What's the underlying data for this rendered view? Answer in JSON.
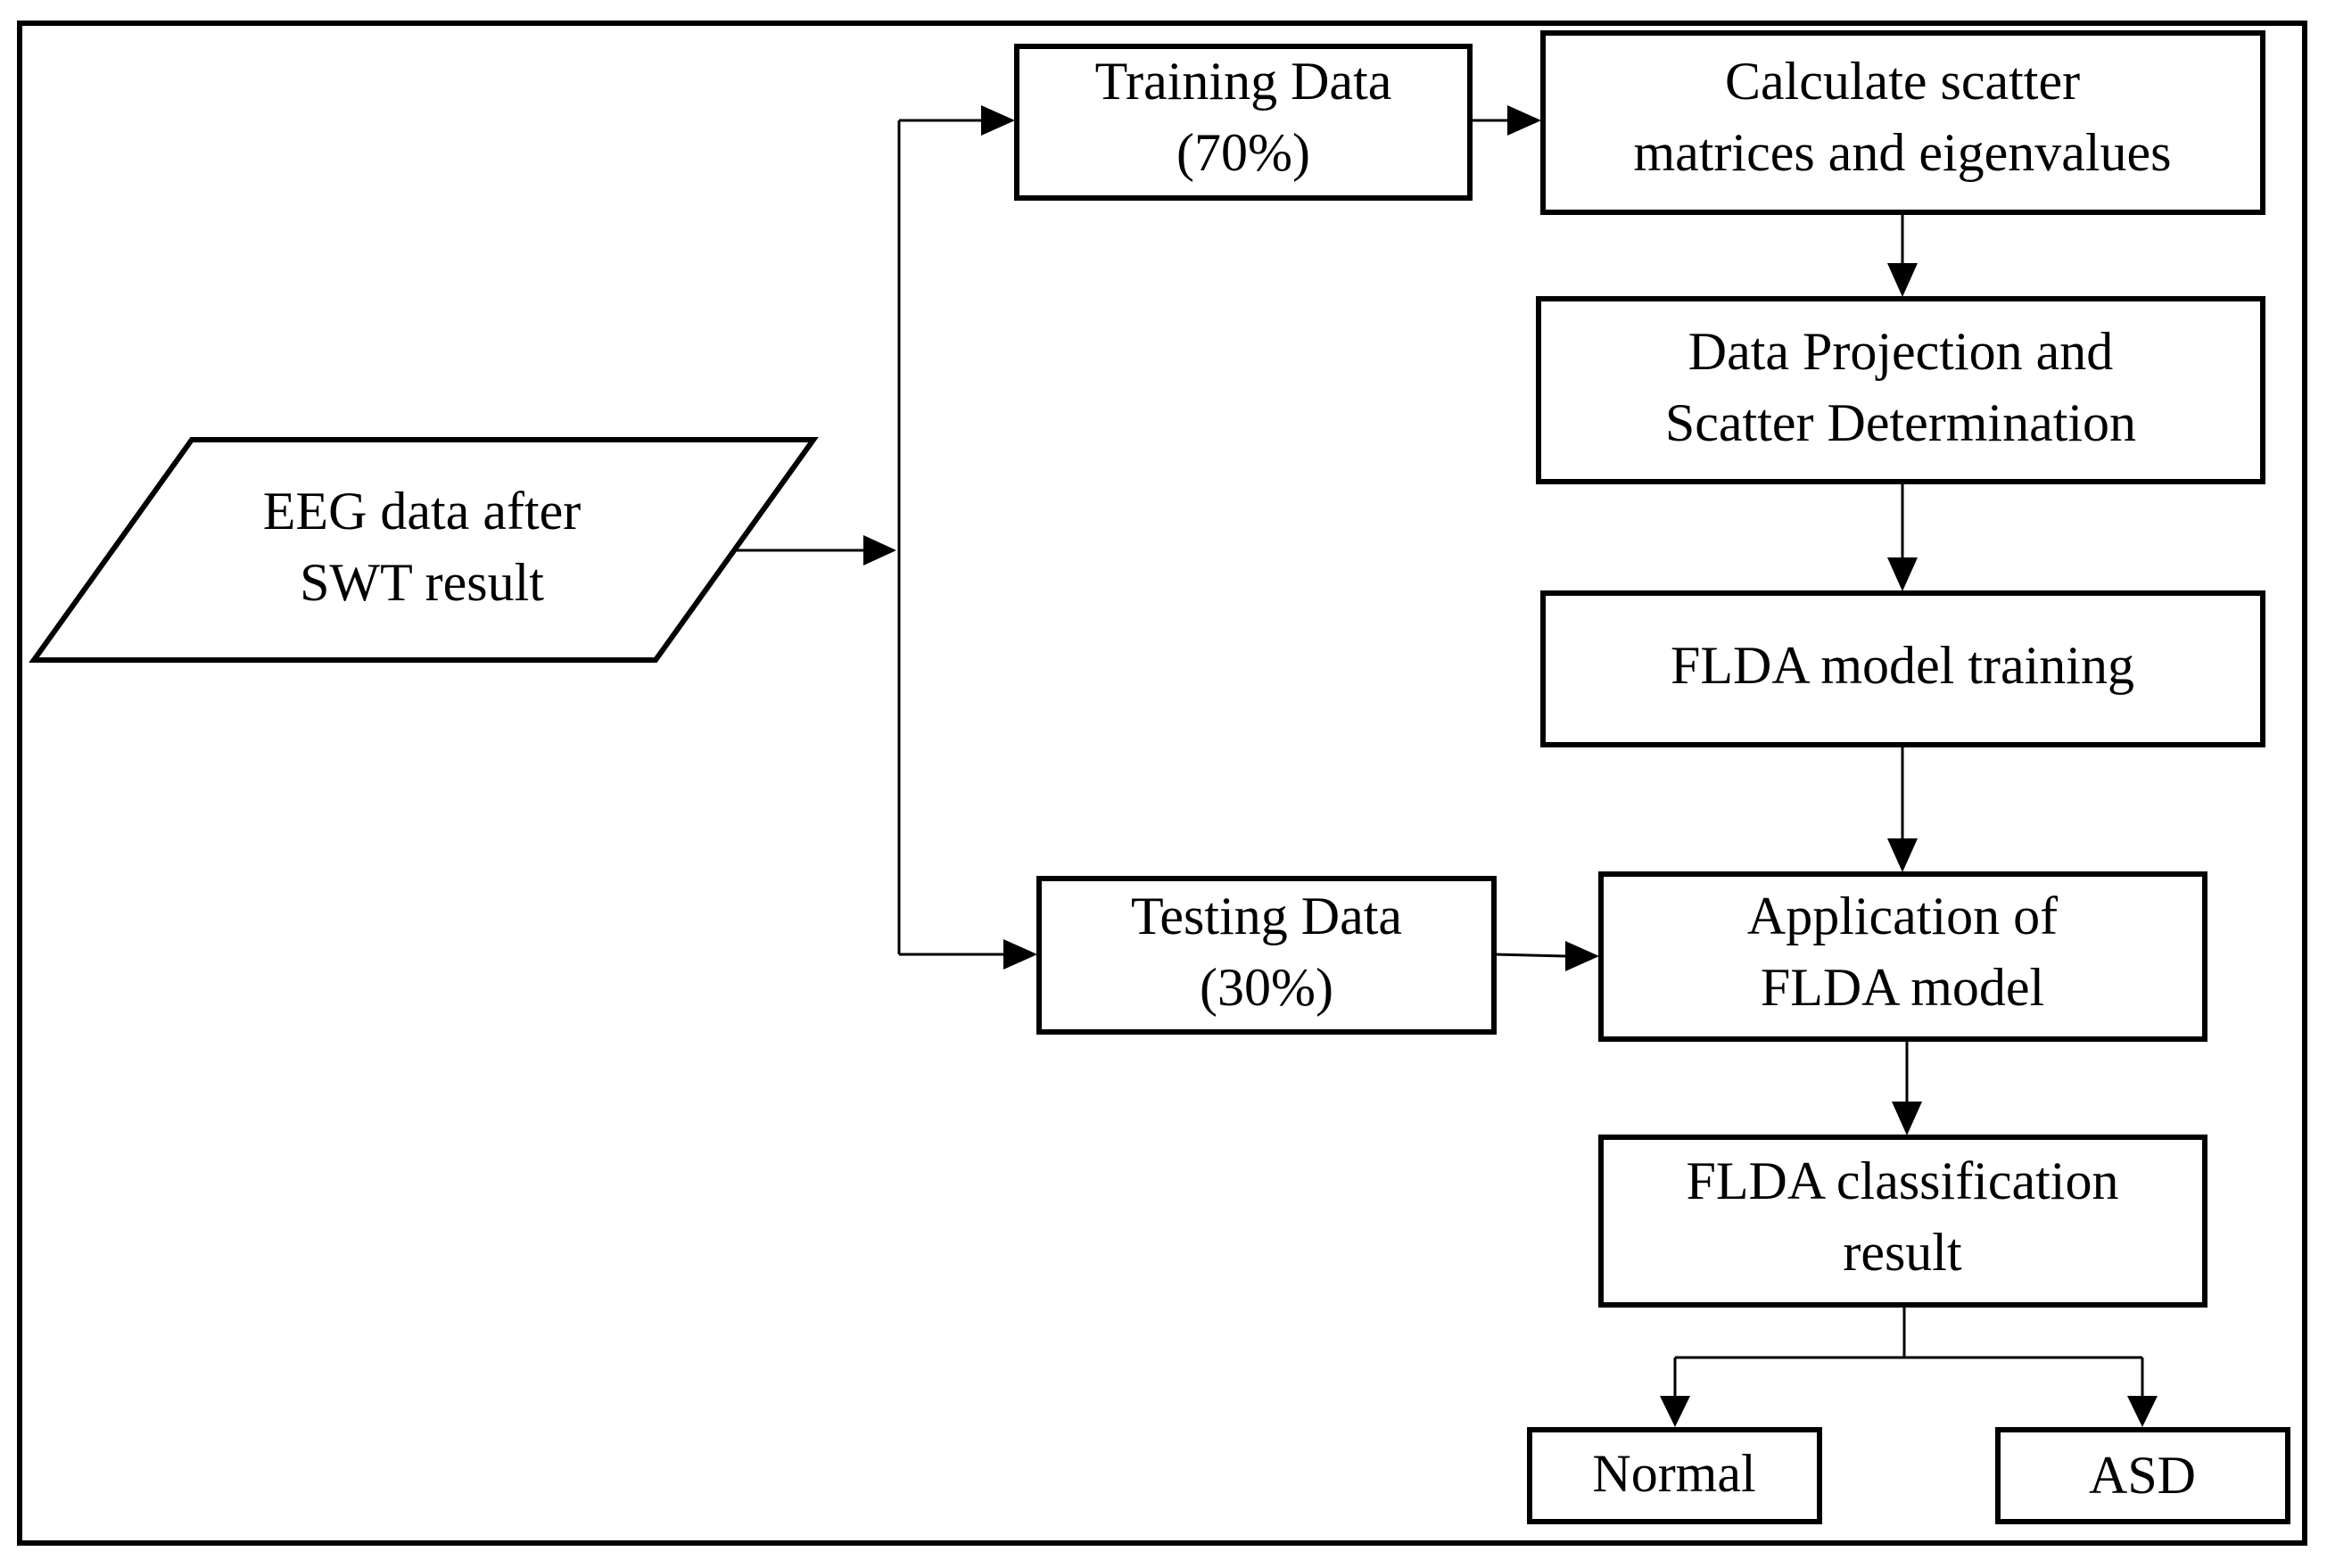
{
  "diagram": {
    "nodes": {
      "input": {
        "lines": [
          "EEG data after",
          "SWT result"
        ]
      },
      "training": {
        "lines": [
          "Training Data",
          "(70%)"
        ]
      },
      "scatter": {
        "lines": [
          "Calculate scatter",
          "matrices and eigenvalues"
        ]
      },
      "projection": {
        "lines": [
          "Data Projection and",
          "Scatter Determination"
        ]
      },
      "model_training": {
        "lines": [
          "FLDA model training"
        ]
      },
      "testing": {
        "lines": [
          "Testing Data",
          "(30%)"
        ]
      },
      "application": {
        "lines": [
          "Application of",
          "FLDA model"
        ]
      },
      "classification": {
        "lines": [
          "FLDA classification",
          "result"
        ]
      },
      "normal": {
        "lines": [
          "Normal"
        ]
      },
      "asd": {
        "lines": [
          "ASD"
        ]
      }
    }
  }
}
